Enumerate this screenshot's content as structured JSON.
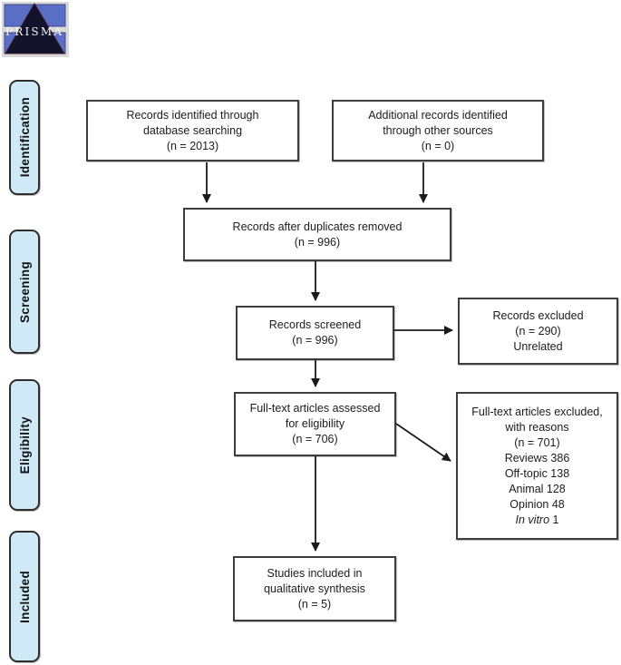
{
  "page": {
    "background": "#ffffff",
    "border_color": "#3d3d3d",
    "text_color": "#1c1c1c"
  },
  "logo": {
    "text": "PRISMA",
    "bar_color": "#5b6ec5",
    "triangle_color": "#12122b",
    "bg_color": "#d8d8d8"
  },
  "sidebar": {
    "fill_color": "#cfe9f7",
    "labels": [
      "Identification",
      "Screening",
      "Eligibility",
      "Included"
    ]
  },
  "flow": {
    "identified": {
      "lines": [
        "Records identified through",
        "database searching",
        "(n = 2013)"
      ]
    },
    "additional": {
      "lines": [
        "Additional records identified",
        "through other sources",
        "(n = 0)"
      ]
    },
    "deduplicated": {
      "lines": [
        "Records after duplicates removed",
        "(n = 996)"
      ]
    },
    "screened": {
      "lines": [
        "Records screened",
        "(n = 996)"
      ]
    },
    "records_excluded": {
      "lines": [
        "Records excluded",
        "(n = 290)",
        "Unrelated"
      ]
    },
    "fulltext_assessed": {
      "lines": [
        "Full-text articles assessed",
        "for eligibility",
        "(n = 706)"
      ]
    },
    "fulltext_excluded": {
      "lines": [
        "Full-text articles excluded,",
        "with reasons",
        "(n = 701)",
        "Reviews 386",
        "Off-topic 138",
        "Animal 128",
        "Opinion 48"
      ],
      "italic_line": {
        "italic": "In vitro",
        "rest": " 1"
      }
    },
    "included_studies": {
      "lines": [
        "Studies included in",
        "qualitative synthesis",
        "(n = 5)"
      ]
    }
  }
}
